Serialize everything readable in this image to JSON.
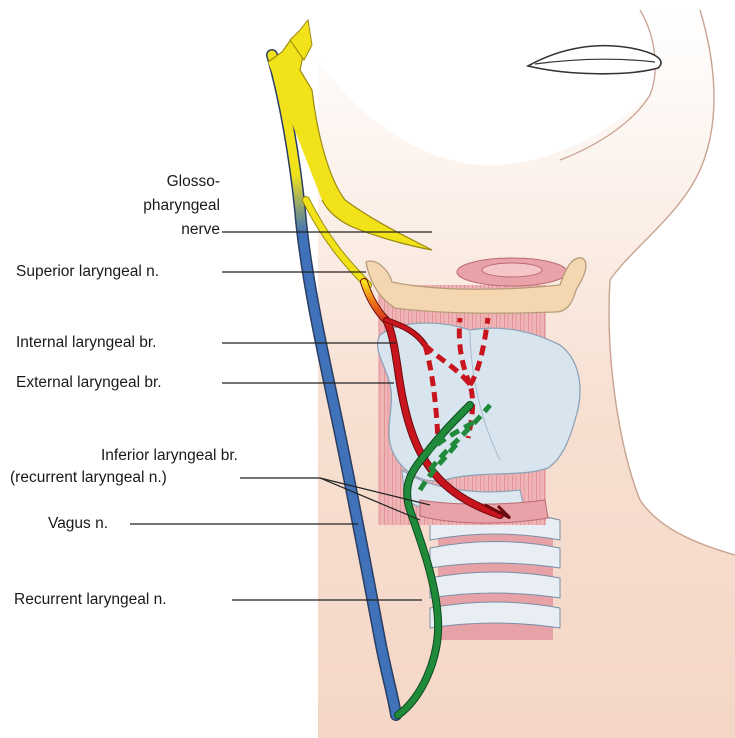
{
  "diagram": {
    "labels": {
      "glosso_1": "Glosso-",
      "glosso_2": "pharyngeal",
      "glosso_3": "nerve",
      "superior": "Superior laryngeal n.",
      "internal": "Internal laryngeal br.",
      "external": "External laryngeal br.",
      "inferior_1": "Inferior laryngeal br.",
      "inferior_2": "(recurrent laryngeal n.)",
      "vagus": "Vagus n.",
      "recurrent": "Recurrent laryngeal n."
    },
    "colors": {
      "skin": "#f6dccc",
      "skin_outline": "#c9a290",
      "glossopharyngeal": "#f2e21a",
      "vagus": "#3f72b8",
      "superior_external": "#c8141c",
      "recurrent": "#1f8a3a",
      "cartilage": "#d8e4ee",
      "hyoid": "#f4d7b0",
      "muscle": "#e9a3a8"
    }
  }
}
